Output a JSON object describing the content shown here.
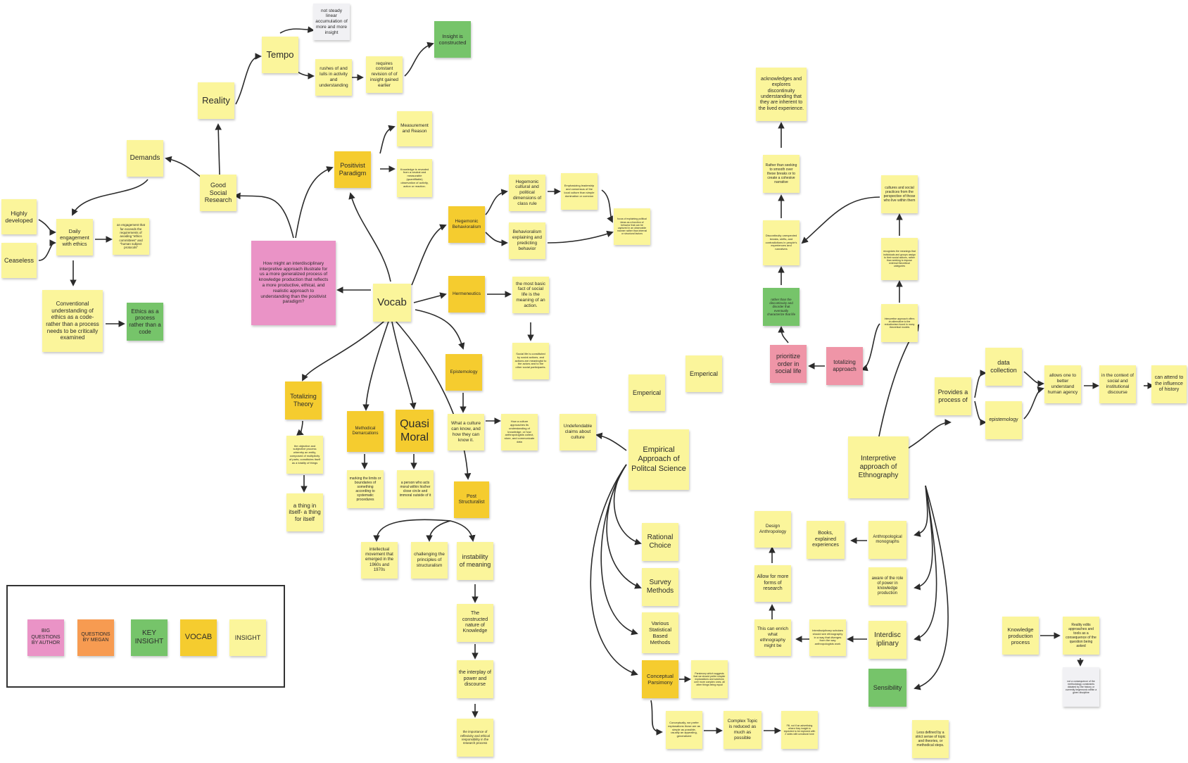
{
  "colors": {
    "insight": "#fbf59b",
    "vocab": "#f5cc2f",
    "key": "#76c46a",
    "big": "#ea93c6",
    "pink": "#ef95a7",
    "orange": "#f79b51",
    "grey": "#f1f1f4",
    "edge": "#2b2b2b"
  },
  "legend": {
    "big": "BIG QUESTIONS BY AUTHOR",
    "megan": "QUESTIONS BY MEGAN",
    "key": "KEY INSIGHT",
    "vocab": "VOCAB",
    "insight": "INSIGHT"
  },
  "notes": {
    "not_steady": "not steady linear accumulation of more and more insight",
    "insight_constructed": "Insight is constructed",
    "tempo": "Tempo",
    "rushes": "rushes of and lulls in activity and understanding",
    "requires_revision": "requires constant revision of of insight gained earlier",
    "reality": "Reality",
    "demands": "Demands",
    "good_social": "Good Social Research",
    "highly": "Highly developed",
    "ceaseless": "Ceaseless",
    "daily": "Daily engagement with ethics",
    "engagement_note": "an engagement that far exceeds the requirements of avoiding \"ethics committees\" and \"human subject protocols\"",
    "conventional": "Conventional understanding of ethics as a code- rather than a process needs to be critically examined",
    "ethics_process": "Ethics as a process rather than a code",
    "big_question": "How might an interdisciplinary interpretive approach illustrate for us a more generalized process of knowledge production that reflects a more productive, ethical, and realistic approach to understanding than the positivist paradigm?",
    "positivist": "Positivist Paradigm",
    "measurement": "Measurement and Reason",
    "knowledge_revealed": "Knowledge is revealed from a neutral and measurable (quantifiable) observation of activity, action or reaction.",
    "hegemonic_cultural": "Hegemonic cultural and political dimensions of class rule",
    "emphasizing": "Emphasizing leadership and consensus of the local culture than simple domination or coercion",
    "hegemonic_behav": "Hegemonic Behavioralism",
    "behavioralism": "Behavioralism explaining and predicting behavior",
    "focus_explaining": "focus of explaining political ideas as a function of behavior that can be captured in an observable manner rather than internal or structural factors",
    "vocab": "Vocab",
    "hermeneutics": "Hermeneutics",
    "most_basic": "the most basic fact of social life is the meaning of an action.",
    "social_life": "Social life is constituted by social actions, and actions are meaningful to the actors and to the other social participants.",
    "epistemology": "Epistemology",
    "what_culture": "What a culture can know, and how they can know it.",
    "how_culture": "How a culture approaches its understanding of knowledge, or how anthropologists collect, store, and communicate data",
    "undefendable": "Undefendable claims about culture",
    "totalizing_theory": "Totalizing Theory",
    "objective_subjective": "the objective and subjective process whereby an entity, composed of multiplicity of parts, constitutes itself as a totality of things",
    "thing_in_itself": "a thing in itself- a thing for itself",
    "methodical": "Methodical Demarcations",
    "marking": "marking the limits or boundaries of something according to systematic procedures",
    "quasi_moral": "Quasi Moral",
    "person_acts": "a person who acts moral within his/her close circle and immoral outside of it",
    "post_structuralist": "Post Structuralist",
    "intellectual": "intellectual movement that emerged in the 1960s and 1970s",
    "challenging": "challenging the principles of structuralism",
    "instability": "instability of meaning",
    "constructed": "The constructed nature of Knowledge",
    "interplay": "the interplay of power and discourse",
    "importance": "the importance of reflexivity and ethical responsibility in the research process",
    "emperical1": "Emperical",
    "emperical2": "Emperical",
    "empirical_approach": "Empirical Approach of Politcal Science",
    "rational": "Rational Choice",
    "survey": "Survey Methods",
    "statistical": "Various Statistical Based Methods",
    "conceptual_parsimony": "Conceptual Parsimony",
    "parsimony_note": "Parsimony which suggests that we should prefer simpler explanations and solutions over more complex ones, all other things being equal",
    "conceptually": "Conceptually, we prefer explanations those are as simple as possible, usually an appealing, generalized",
    "complex_topic": "Complex Topic is reduced as much as possible",
    "fill_not": "Fill, not if an advertising where they insight is expected to be explored with 2 sides with unnatural tone",
    "acknowledges": "acknowledges and explores discontinuity understanding that they are inherent to the lived experience.",
    "rather_seeking": "Rather than seeking to smooth over these breaks or to create a cohesive narrative",
    "discontinuity": "Discontinuity unexpected breaks, shifts, and contradictions in people's experiences and narratives",
    "rather_disc": "rather than the discontinuity and disorder that eventually characterize that life",
    "prioritize": "prioritize order in social life",
    "totalizing_approach": "totalizing approach",
    "interp_offers": "Interpretive approach offers an alternative to the reductionism found in many theoretical models",
    "recognize": "recognizes the meanings that individuals and groups assign to their social actions, rather than seeking to impose external theoretical categories",
    "cultures_practices": "cultures and social practices from the perspective of those who live within them",
    "interpretive_eth": "Interpretive approach of Ethnography",
    "provides": "Provides a process of",
    "data_collection": "data collection",
    "epistemology2": "epistemology",
    "allows": "allows one to better understand human agency",
    "in_context": "in the context of social and institutional discourse",
    "can_attend": "can attend to the influence of history",
    "design_anth": "Design Anthropology",
    "books": "Books, explained experiences",
    "anth_mono": "Anthropological monographs",
    "allow_more": "Allow for more forms of research",
    "aware": "aware of the role of power in knowledge production",
    "can_enrich": "This can enrich what ethnography might be",
    "interdisc_note": "Interdisciplinary scholars should see ethnography in a way that diverges from the way anthropologists work",
    "interdisciplinary": "Interdisc iplinary",
    "sensibility": "Sensibility",
    "less_defined": "Less defined by a strict sense of topic and theories, or methodical steps.",
    "knowledge_prod": "Knowledge production process",
    "reality_edits": "Reality edits approaches and tools as a consequence of the question being asked",
    "not_consequence": "not a consequence of the methodology constraints dictated by the history or currently hegemonic within a given discipline"
  }
}
